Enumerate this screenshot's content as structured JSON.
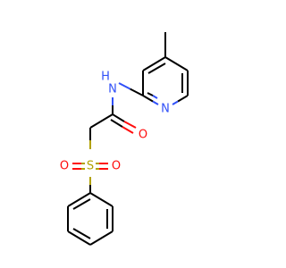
{
  "molecule": {
    "labels": {
      "amide_nh": "H",
      "amide_n": "N",
      "pyridine_n": "N",
      "carbonyl_o": "O",
      "sulfur": "S",
      "sulfonyl_o_left": "O",
      "sulfonyl_o_right": "O"
    },
    "colors": {
      "carbon": "#000000",
      "nitrogen": "#3050F8",
      "oxygen": "#FF0D0D",
      "sulfur": "#B2A200"
    }
  }
}
